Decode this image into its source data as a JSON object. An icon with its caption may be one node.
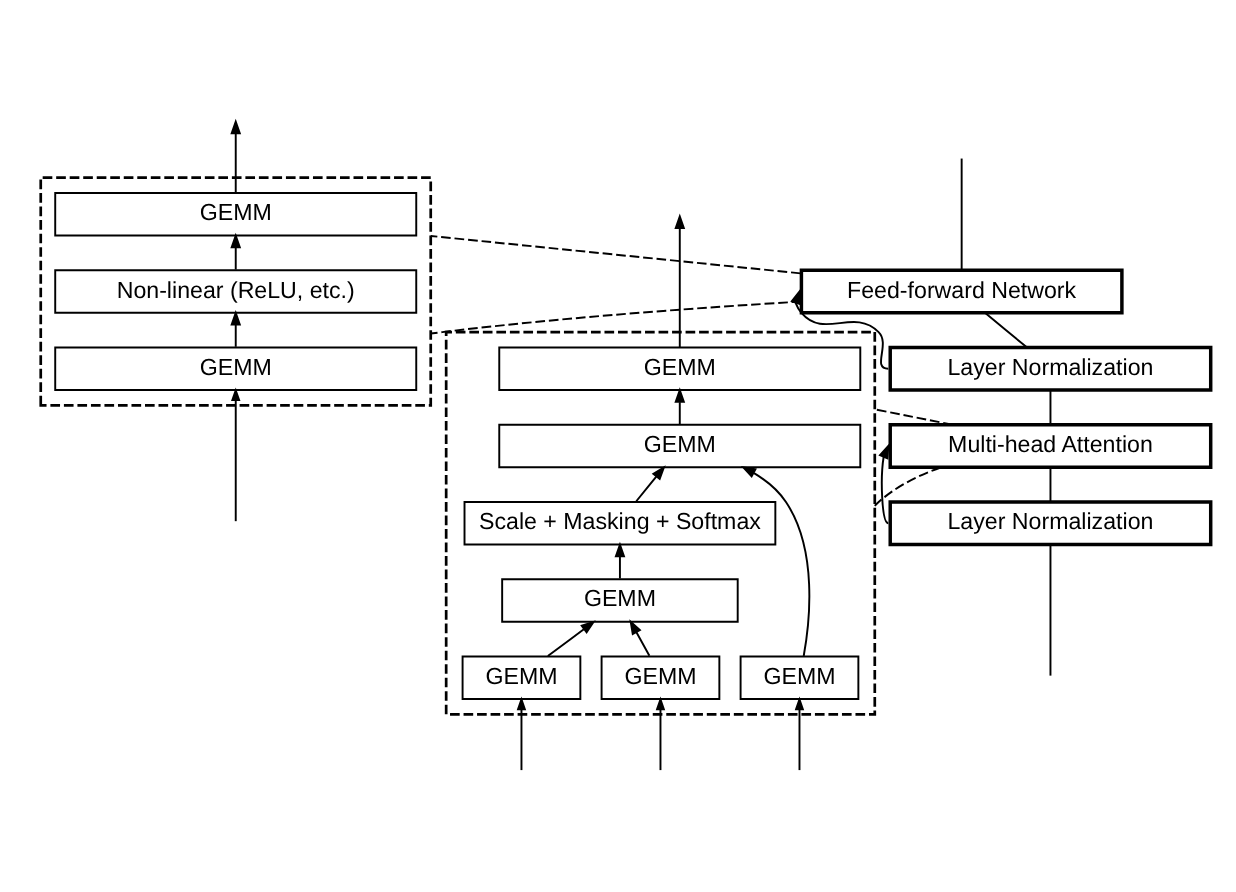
{
  "diagram": {
    "nodes": [
      {
        "text": [
          "Feed-forward Network"
        ]
      },
      {
        "text": [
          "Layer Normalization"
        ]
      },
      {
        "text": [
          "Multi-head Attention"
        ]
      },
      {
        "text": [
          "Layer Normalization"
        ]
      },
      {
        "text": [],
        "shape": "box"
      },
      {
        "text": [
          "GEMM"
        ],
        "in": 4
      },
      {
        "text": [
          "Non-linear (ReLU, etc.)"
        ],
        "in": 4
      },
      {
        "text": [
          "GEMM"
        ],
        "in": 4
      },
      {
        "text": [],
        "shape": "box"
      },
      {
        "text": [
          "GEMM"
        ],
        "in": 8
      },
      {
        "text": [
          "GEMM"
        ],
        "in": 8
      },
      {
        "text": [
          "Scale + Masking + Softmax"
        ],
        "in": 8
      },
      {
        "text": [
          "GEMM"
        ],
        "in": 8
      },
      {
        "text": [
          "GEMM"
        ],
        "in": 8
      },
      {
        "text": [
          "GEMM"
        ],
        "in": 8
      },
      {
        "text": [
          "GEMM"
        ],
        "in": 8
      }
    ],
    "edges": [
      {
        "from": null,
        "to": 3,
        "arrow": "none"
      },
      {
        "from": 3,
        "to": 2,
        "arrow": "none"
      },
      {
        "from": 2,
        "to": 1,
        "arrow": "none"
      },
      {
        "from": 1,
        "to": 0,
        "arrow": "none"
      },
      {
        "from": 0,
        "to": null,
        "arrow": "none"
      },
      {
        "from": 3,
        "to": 2,
        "arrow": "to"
      },
      {
        "from": 1,
        "to": 0,
        "arrow": "to"
      },
      {
        "from": 0,
        "to": 4,
        "arrow": "none",
        "style": "dashed"
      },
      {
        "from": 0,
        "to": 4,
        "arrow": "none",
        "style": "dashed"
      },
      {
        "from": 2,
        "to": 8,
        "arrow": "none",
        "style": "dashed"
      },
      {
        "from": 2,
        "to": 8,
        "arrow": "none",
        "style": "dashed"
      },
      {
        "from": null,
        "to": 7,
        "arrow": "to"
      },
      {
        "from": 7,
        "to": 6,
        "arrow": "to"
      },
      {
        "from": 6,
        "to": 5,
        "arrow": "to"
      },
      {
        "from": 5,
        "to": null,
        "arrow": "to"
      },
      {
        "from": null,
        "to": 13,
        "arrow": "to"
      },
      {
        "from": null,
        "to": 14,
        "arrow": "to"
      },
      {
        "from": null,
        "to": 15,
        "arrow": "to"
      },
      {
        "from": 13,
        "to": 12,
        "arrow": "to"
      },
      {
        "from": 14,
        "to": 12,
        "arrow": "to"
      },
      {
        "from": 12,
        "to": 11,
        "arrow": "to"
      },
      {
        "from": 11,
        "to": 10,
        "arrow": "to"
      },
      {
        "from": 15,
        "to": 10,
        "arrow": "to"
      },
      {
        "from": 10,
        "to": 9,
        "arrow": "to"
      },
      {
        "from": 9,
        "to": null,
        "arrow": "to"
      }
    ]
  }
}
